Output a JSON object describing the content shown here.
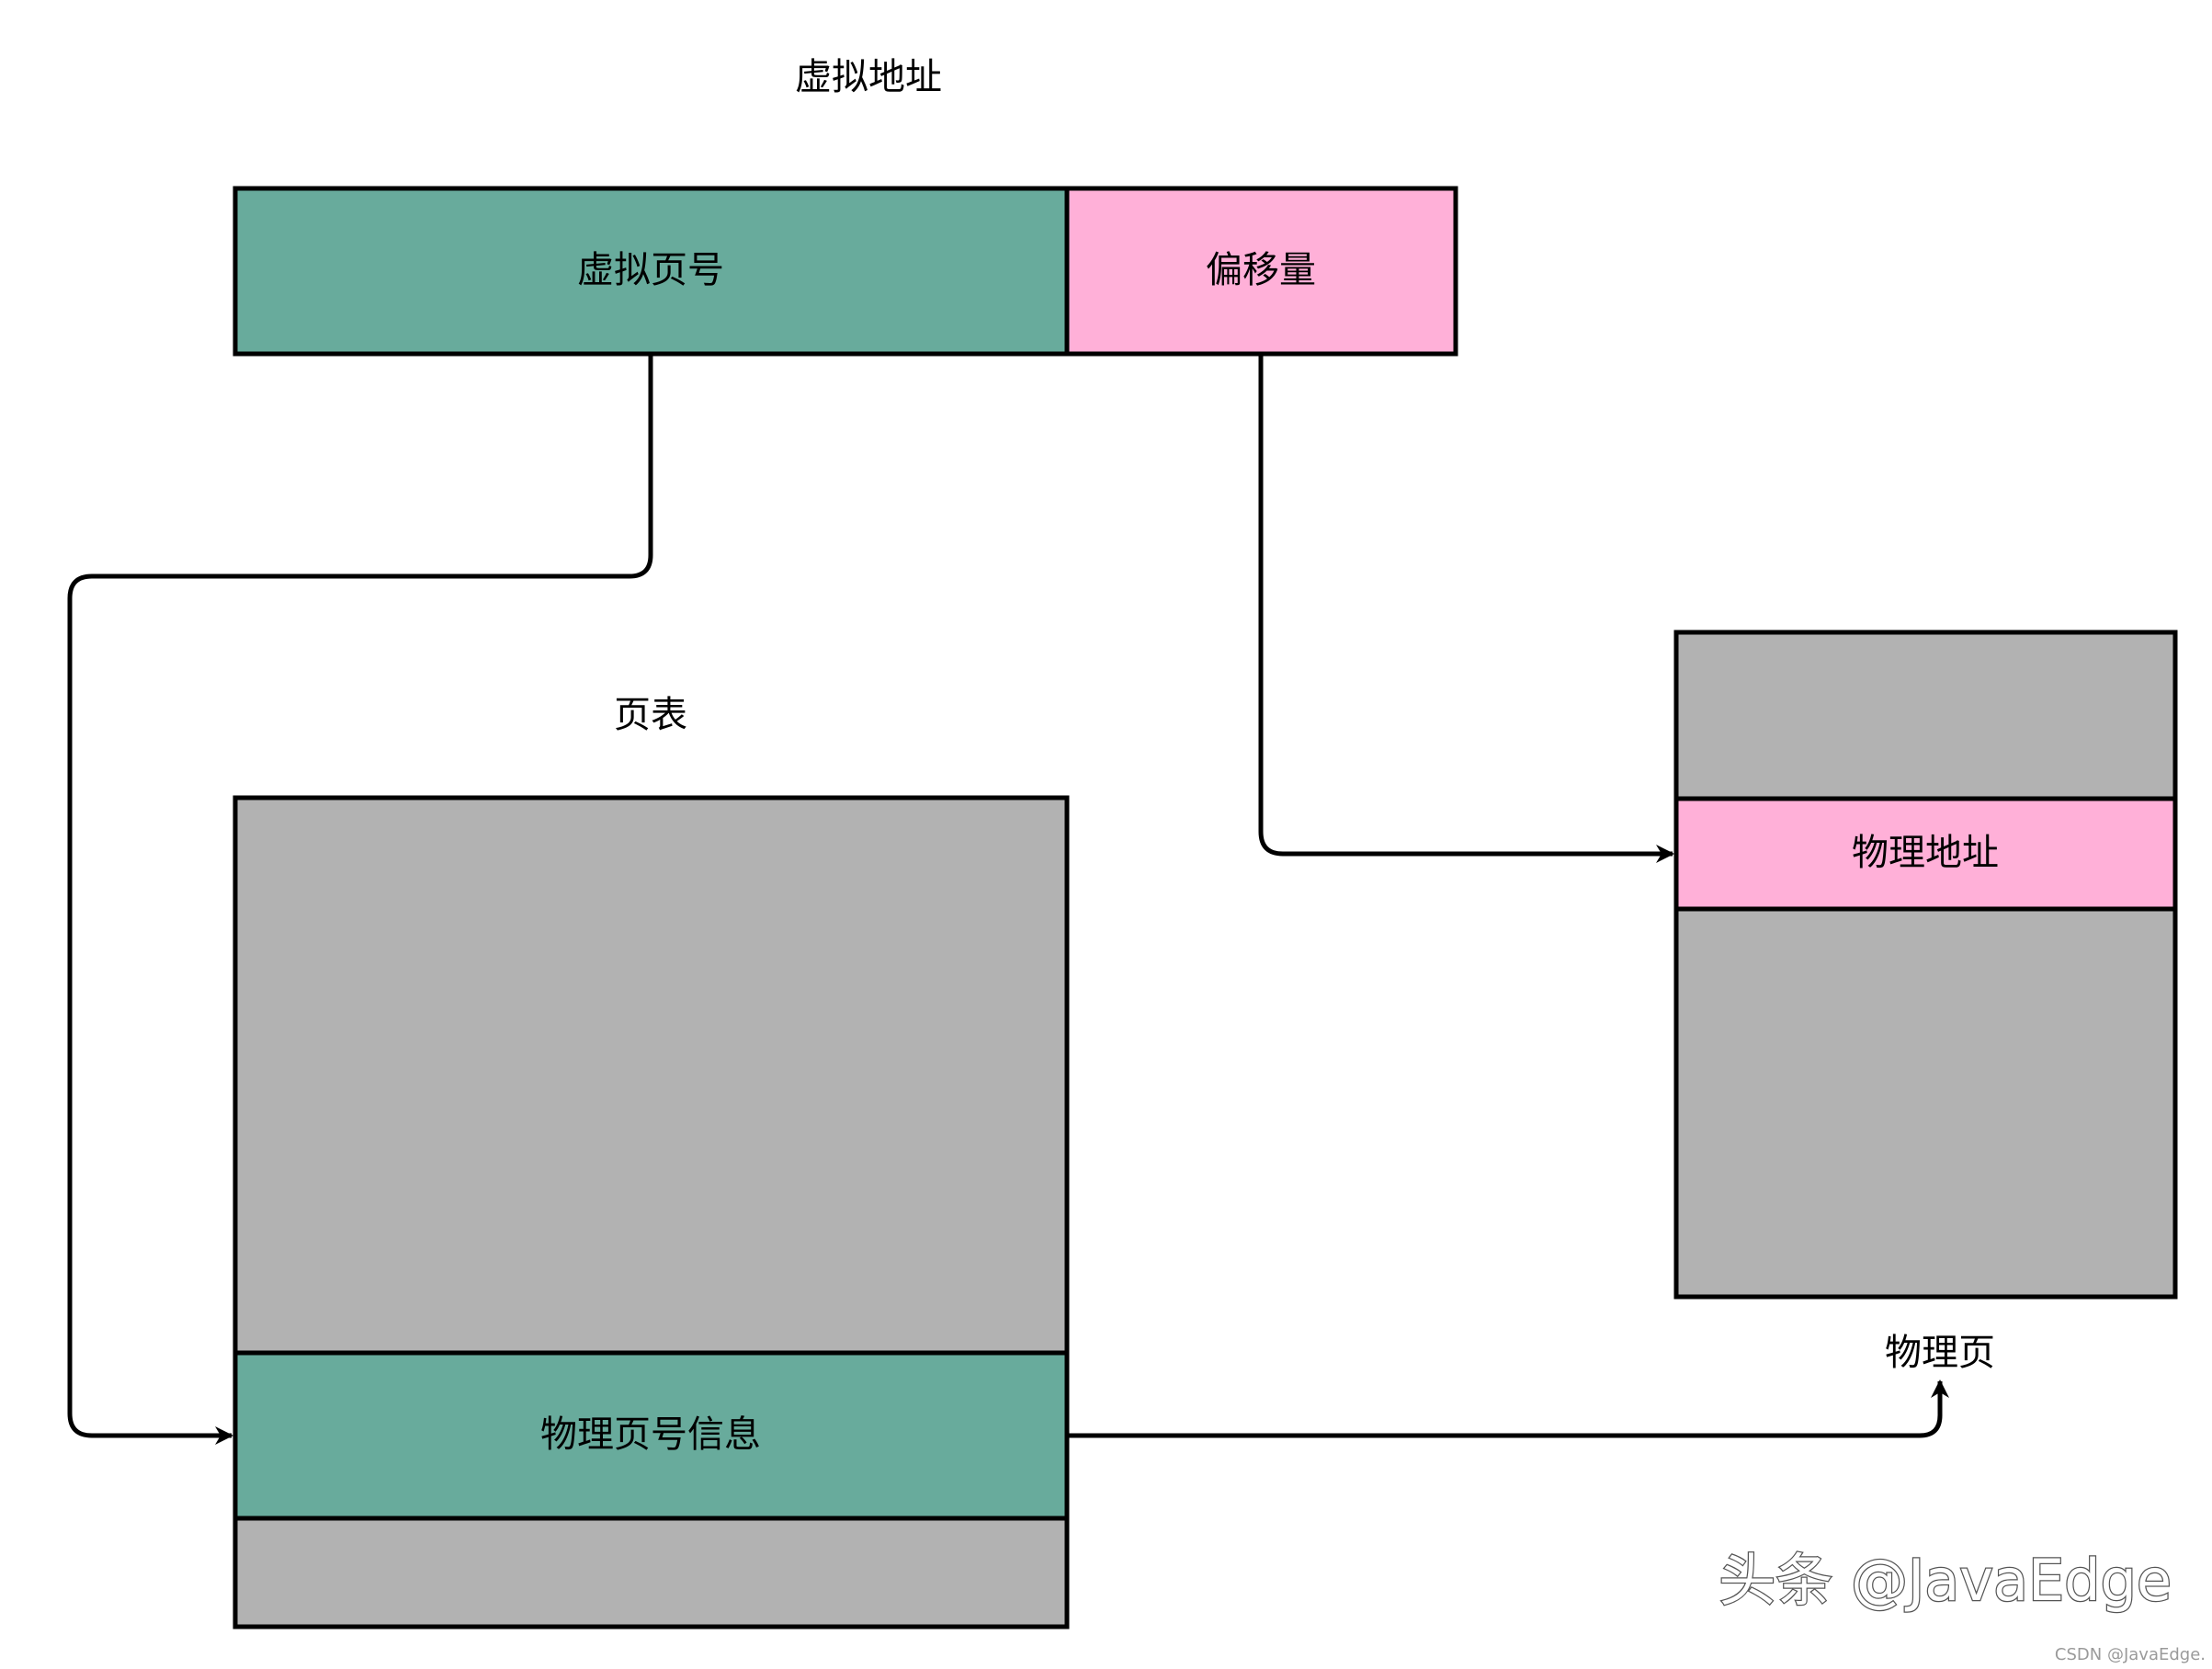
{
  "title": "虚拟地址",
  "virtual_address": {
    "page_number_label": "虚拟页号",
    "offset_label": "偏移量"
  },
  "page_table": {
    "title": "页表",
    "entry_label": "物理页号信息"
  },
  "physical_page": {
    "title": "物理页",
    "address_label": "物理地址"
  },
  "colors": {
    "teal": "#68AB9C",
    "pink": "#FFB0D8",
    "gray": "#B2B2B2"
  },
  "watermark": {
    "main": "头条 @JavaEdge",
    "small": "CSDN @JavaEdge."
  }
}
